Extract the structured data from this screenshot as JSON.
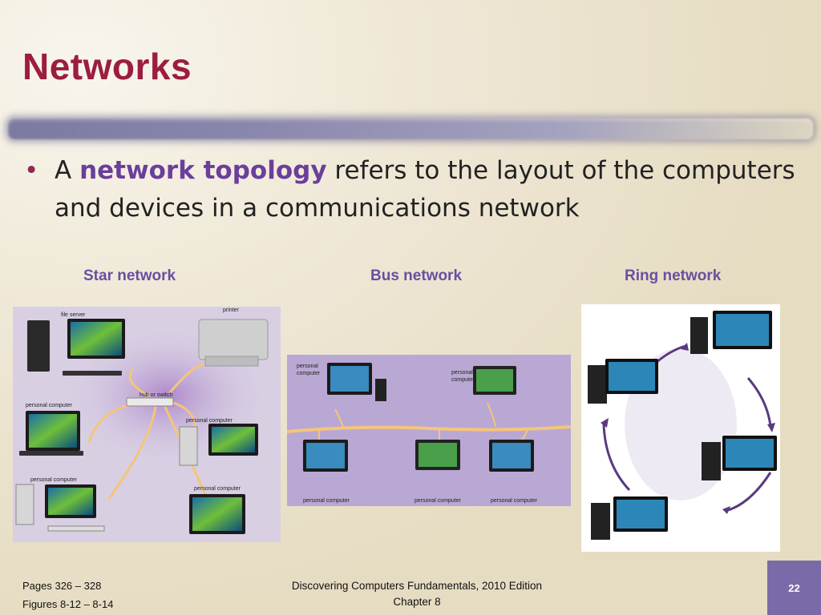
{
  "slide": {
    "title": "Networks",
    "bullet": {
      "prefix": "A ",
      "keyword": "network topology",
      "suffix": " refers to the layout of the computers and devices in a communications network"
    },
    "labels": {
      "star": "Star network",
      "bus": "Bus network",
      "ring": "Ring network"
    },
    "star_diagram": {
      "file_server": "file server",
      "printer": "printer",
      "hub": "hub or switch",
      "pc_left": "personal computer",
      "pc_right": "personal computer",
      "pc_bottom_left": "personal computer",
      "pc_bottom_right": "personal computer"
    },
    "bus_diagram": {
      "top_left": "personal\ncomputer",
      "top_right": "personal\ncomputer",
      "bottom_1": "personal computer",
      "bottom_2": "personal computer",
      "bottom_3": "personal computer"
    },
    "footer": {
      "pages": "Pages 326 – 328",
      "figures": "Figures 8-12 – 8-14",
      "book": "Discovering Computers Fundamentals, 2010 Edition",
      "chapter": "Chapter 8",
      "page_number": "22"
    },
    "colors": {
      "title": "#9b1d3f",
      "keyword": "#6a3f9a",
      "label": "#6a4fa0",
      "panel_bg": "#d8cfe3",
      "cable": "#f4c57a"
    }
  }
}
